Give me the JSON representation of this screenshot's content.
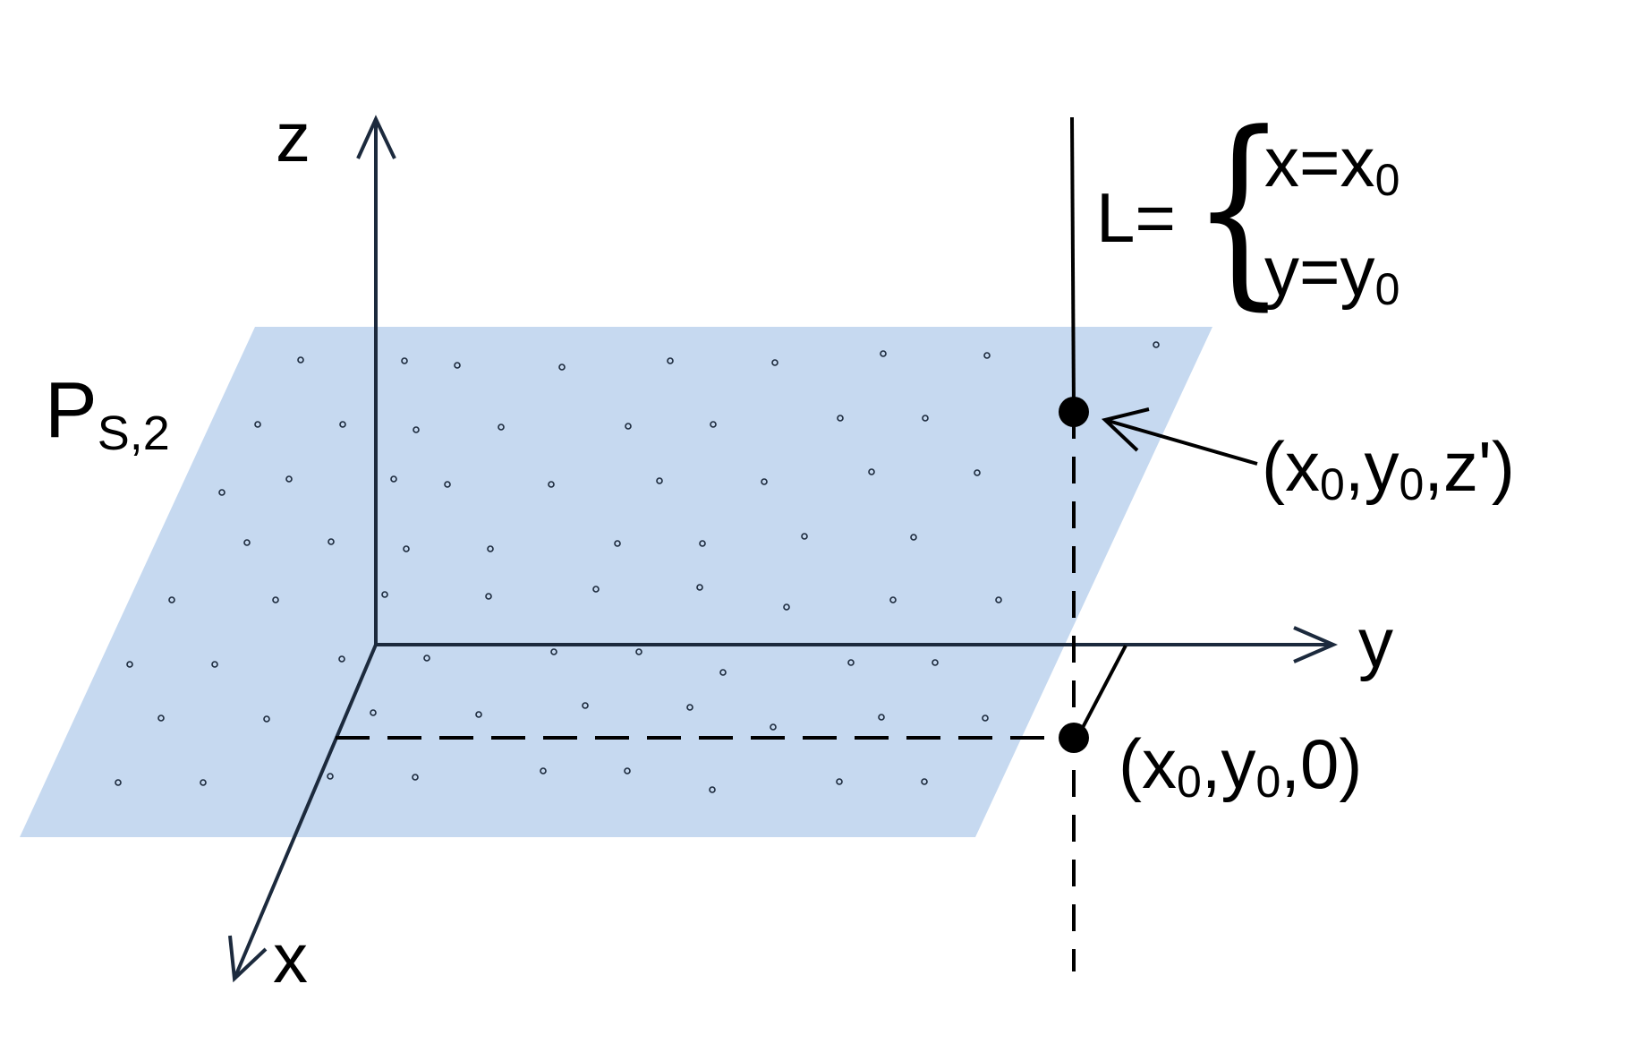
{
  "diagram": {
    "colors": {
      "plane": "#c6d9f0",
      "ink": "#000000",
      "axis": "#1c2a3d"
    },
    "axes": {
      "z": "z",
      "y": "y",
      "x": "x"
    },
    "plane_label": {
      "main": "P",
      "sub": "S,2"
    },
    "line_label": {
      "prefix": "L=",
      "brace": "{",
      "eq1": {
        "main": "x=x",
        "sub": "0"
      },
      "eq2": {
        "main": "y=y",
        "sub": "0"
      }
    },
    "point_upper": {
      "open": "(x",
      "s1": "0",
      "mid": ",y",
      "s2": "0",
      "close": ",z')"
    },
    "point_lower": {
      "open": "(x",
      "s1": "0",
      "mid": ",y",
      "s2": "0",
      "close": ",0)"
    }
  }
}
